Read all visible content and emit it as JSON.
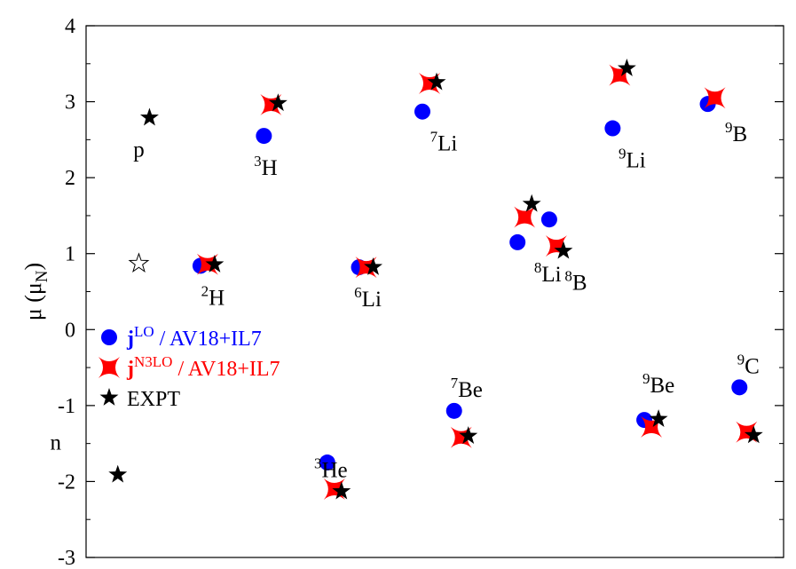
{
  "chart_data": {
    "type": "scatter",
    "title": "",
    "ylabel": {
      "main": "μ (μ",
      "sub": "N",
      "close": ")"
    },
    "ylim": [
      -3,
      4
    ],
    "yticks": [
      4,
      3,
      2,
      1,
      0,
      -1,
      -2,
      -3
    ],
    "grid": false,
    "legend_position": "left",
    "colors": {
      "LO": "#0000ff",
      "N3LO": "#ff0000",
      "EXPT": "#000000"
    },
    "legend": [
      {
        "key": "LO",
        "marker": "circle",
        "main": "j",
        "sup": "LO",
        "rest": " / AV18+IL7",
        "color": "#0000ff"
      },
      {
        "key": "N3LO",
        "marker": "astroid",
        "main": "j",
        "sup": "N3LO",
        "rest": " / AV18+IL7",
        "color": "#ff0000"
      },
      {
        "key": "EXPT",
        "marker": "star",
        "main": "EXPT",
        "sup": "",
        "rest": "",
        "color": "#000000"
      }
    ],
    "nuclei": [
      {
        "id": "p",
        "mass": "",
        "elem": "p",
        "x": 2.0,
        "EXPT": 2.79
      },
      {
        "id": "n",
        "mass": "",
        "elem": "n",
        "x": 1.5,
        "EXPT": -1.91
      },
      {
        "id": "2H",
        "mass": "2",
        "elem": "H",
        "x": 3.0,
        "LO": 0.84,
        "N3LO": 0.86,
        "EXPT": 0.857
      },
      {
        "id": "3H",
        "mass": "3",
        "elem": "H",
        "x": 4.0,
        "LO": 2.55,
        "N3LO": 2.96,
        "EXPT": 2.98
      },
      {
        "id": "3He",
        "mass": "3",
        "elem": "He",
        "x": 5.0,
        "LO": -1.75,
        "N3LO": -2.1,
        "EXPT": -2.13
      },
      {
        "id": "6Li",
        "mass": "6",
        "elem": "Li",
        "x": 5.5,
        "LO": 0.82,
        "N3LO": 0.82,
        "EXPT": 0.822
      },
      {
        "id": "7Li",
        "mass": "7",
        "elem": "Li",
        "x": 6.5,
        "LO": 2.87,
        "N3LO": 3.24,
        "EXPT": 3.256
      },
      {
        "id": "7Be",
        "mass": "7",
        "elem": "Be",
        "x": 7.0,
        "LO": -1.07,
        "N3LO": -1.42,
        "EXPT": -1.4
      },
      {
        "id": "8Li",
        "mass": "8",
        "elem": "Li",
        "x": 8.0,
        "LO": 1.15,
        "N3LO": 1.48,
        "EXPT": 1.654
      },
      {
        "id": "8B",
        "mass": "8",
        "elem": "B",
        "x": 8.5,
        "LO": 1.45,
        "N3LO": 1.1,
        "EXPT": 1.036
      },
      {
        "id": "9Li",
        "mass": "9",
        "elem": "Li",
        "x": 9.5,
        "LO": 2.65,
        "N3LO": 3.35,
        "EXPT": 3.439
      },
      {
        "id": "9Be",
        "mass": "9",
        "elem": "Be",
        "x": 10.0,
        "LO": -1.19,
        "N3LO": -1.28,
        "EXPT": -1.178
      },
      {
        "id": "9B",
        "mass": "9",
        "elem": "B",
        "x": 11.0,
        "LO": 2.97,
        "N3LO": 3.05
      },
      {
        "id": "9C",
        "mass": "9",
        "elem": "C",
        "x": 11.5,
        "LO": -0.76,
        "N3LO": -1.35,
        "EXPT": -1.391
      }
    ],
    "extra_markers": [
      {
        "id": "open-star",
        "marker": "star-open",
        "x": 2.0,
        "y": 0.87
      }
    ]
  }
}
